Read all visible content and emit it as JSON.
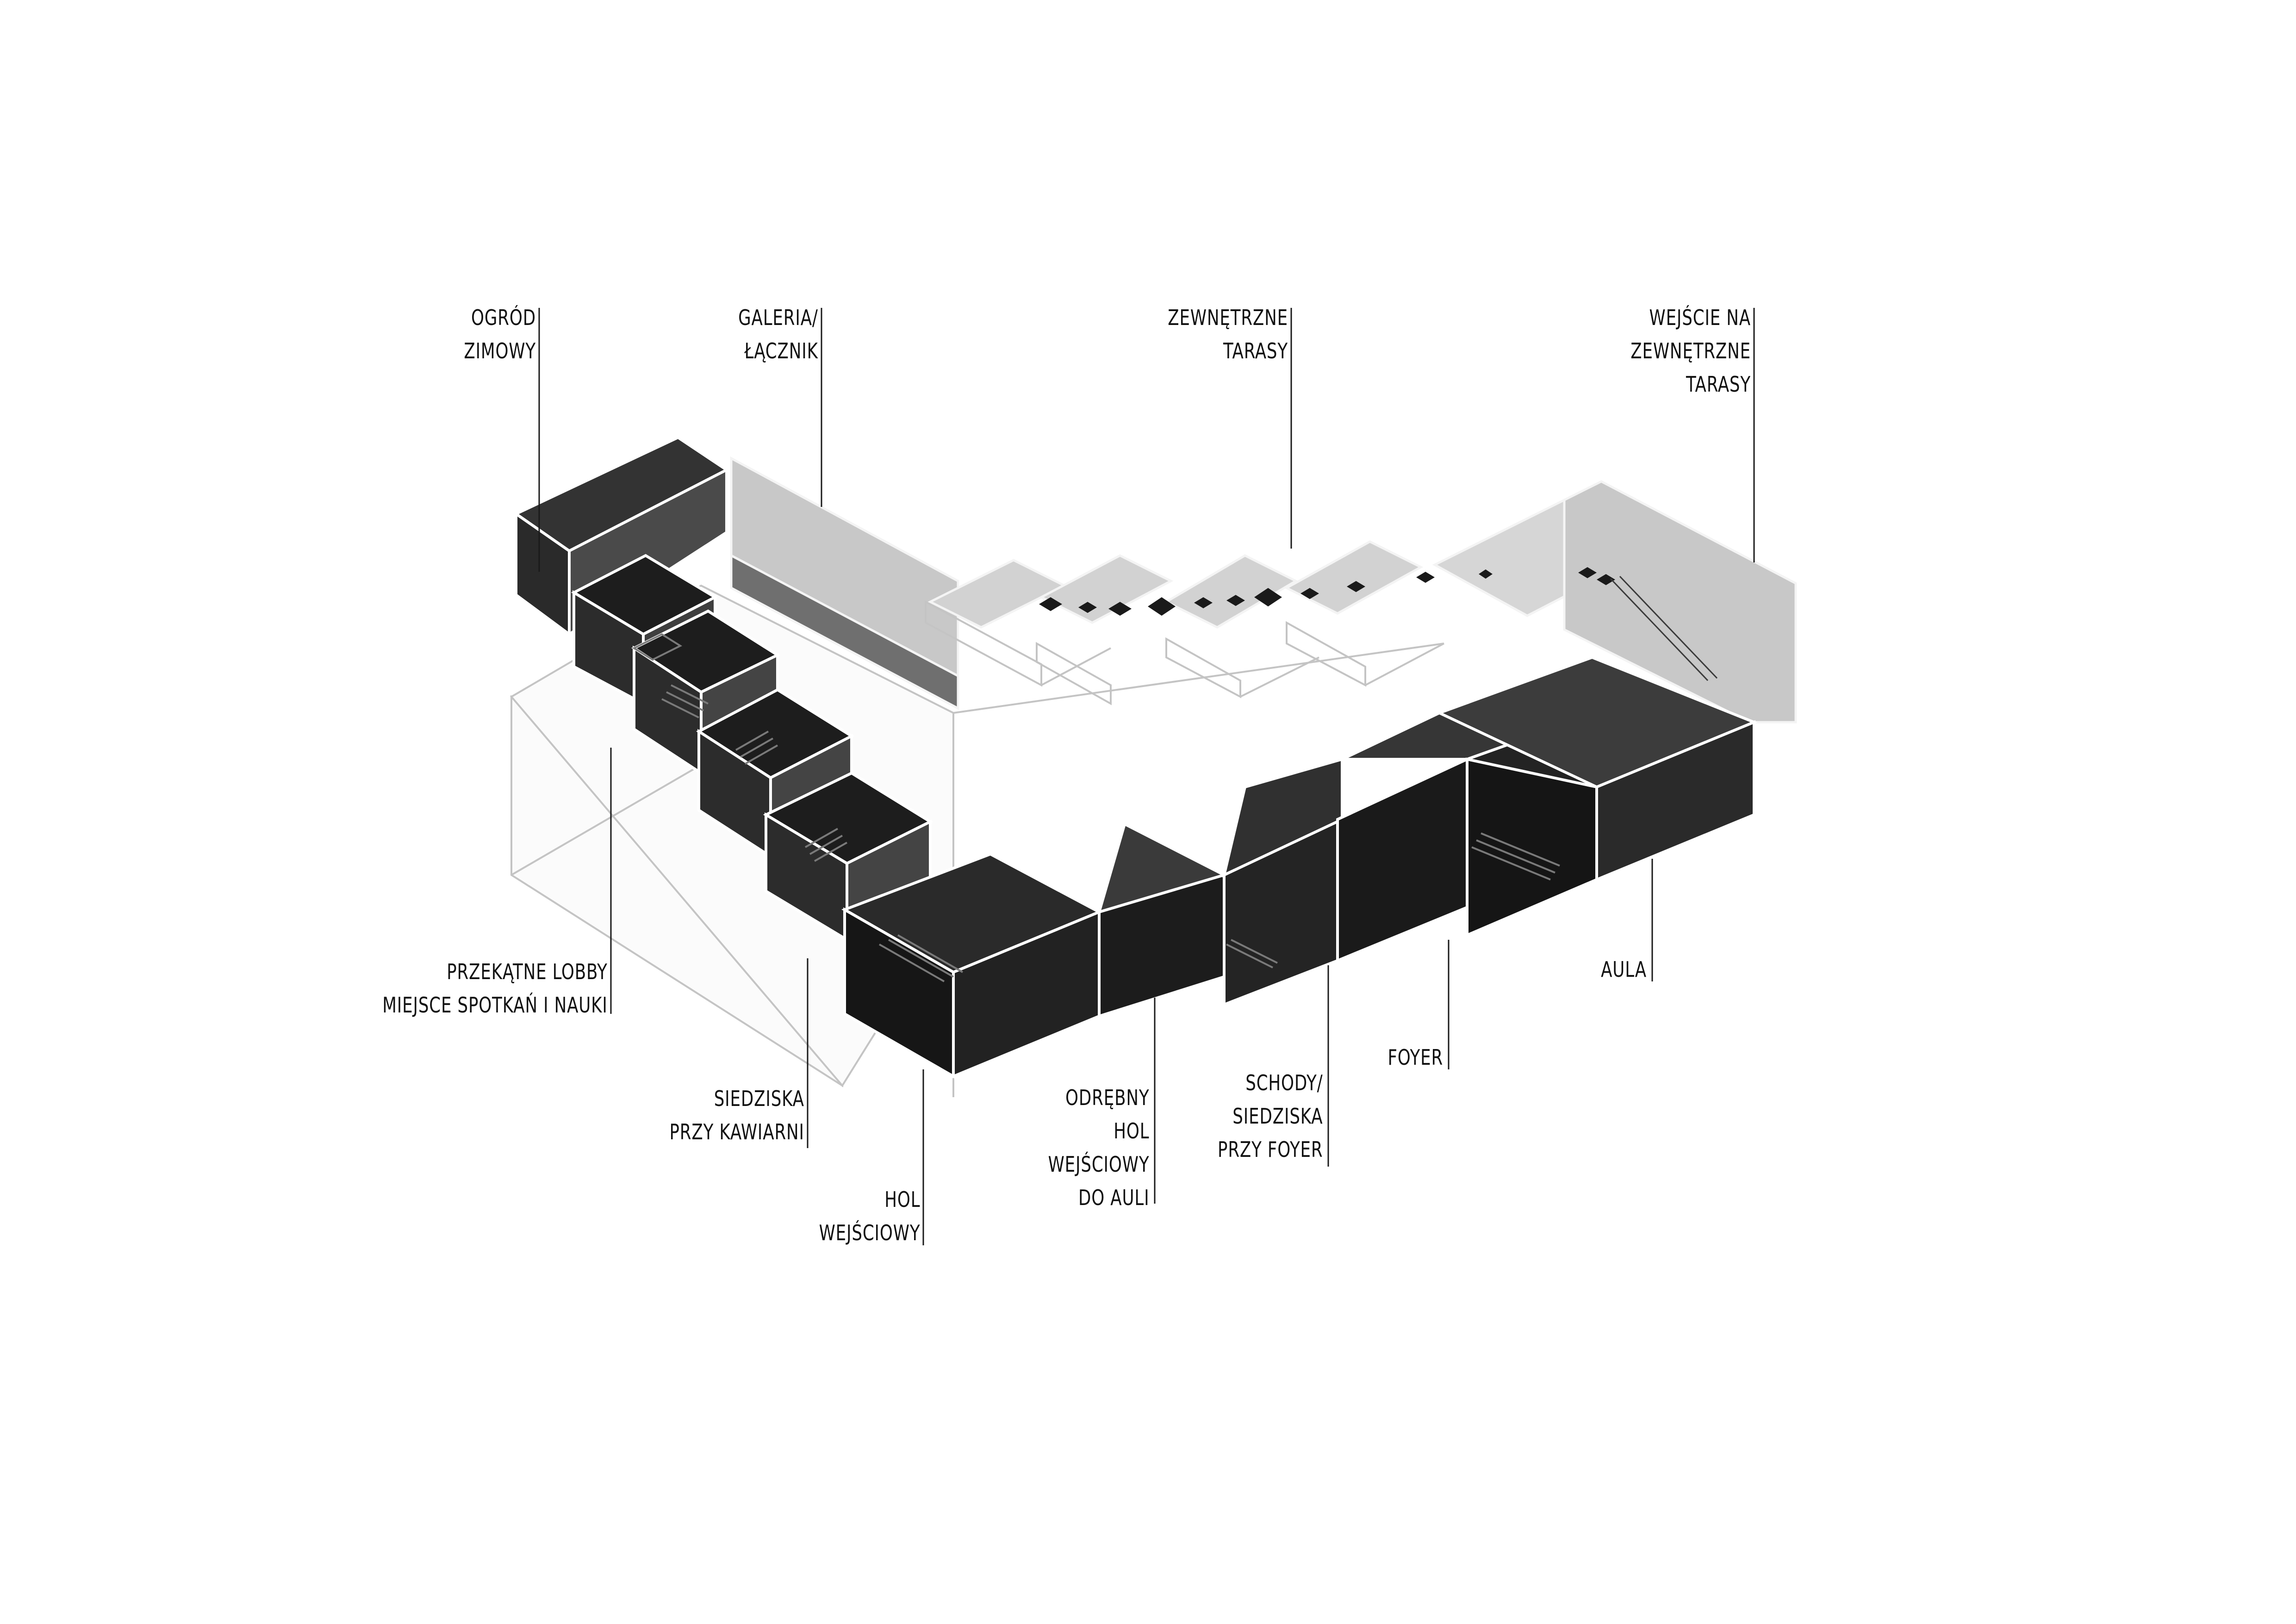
{
  "diagram": {
    "title": "Axonometric program diagram",
    "colors": {
      "background": "#ffffff",
      "volume_dark": "#1c1c1c",
      "volume_mid": "#3a3a3a",
      "volume_top": "#4a4a4a",
      "terrace_light": "#c8c8c8",
      "terrace_pale": "#dcdcdc",
      "outline": "#ffffff",
      "ghost_outline": "#c4c4c4",
      "label_text": "#111111",
      "leader_line": "#1a1a1a"
    }
  },
  "labels": {
    "top": [
      {
        "id": "ogrod",
        "lines": [
          "OGRÓD",
          "ZIMOWY"
        ]
      },
      {
        "id": "galeria",
        "lines": [
          "GALERIA/",
          "ŁĄCZNIK"
        ]
      },
      {
        "id": "tarasy",
        "lines": [
          "ZEWNĘTRZNE",
          "TARASY"
        ]
      },
      {
        "id": "wejscie",
        "lines": [
          "WEJŚCIE NA",
          "ZEWNĘTRZNE",
          "TARASY"
        ]
      }
    ],
    "bottom": [
      {
        "id": "lobby",
        "lines": [
          "PRZEKĄTNE LOBBY",
          "MIEJSCE SPOTKAŃ I NAUKI"
        ]
      },
      {
        "id": "siedziska_kawiarnia",
        "lines": [
          "SIEDZISKA",
          "PRZY KAWIARNI"
        ]
      },
      {
        "id": "hol",
        "lines": [
          "HOL",
          "WEJŚCIOWY"
        ]
      },
      {
        "id": "odrebny_hol",
        "lines": [
          "ODRĘBNY",
          "HOL",
          "WEJŚCIOWY",
          "DO AULI"
        ]
      },
      {
        "id": "schody",
        "lines": [
          "SCHODY/",
          "SIEDZISKA",
          "PRZY FOYER"
        ]
      },
      {
        "id": "foyer",
        "lines": [
          "FOYER"
        ]
      },
      {
        "id": "aula",
        "lines": [
          "AULA"
        ]
      }
    ]
  }
}
